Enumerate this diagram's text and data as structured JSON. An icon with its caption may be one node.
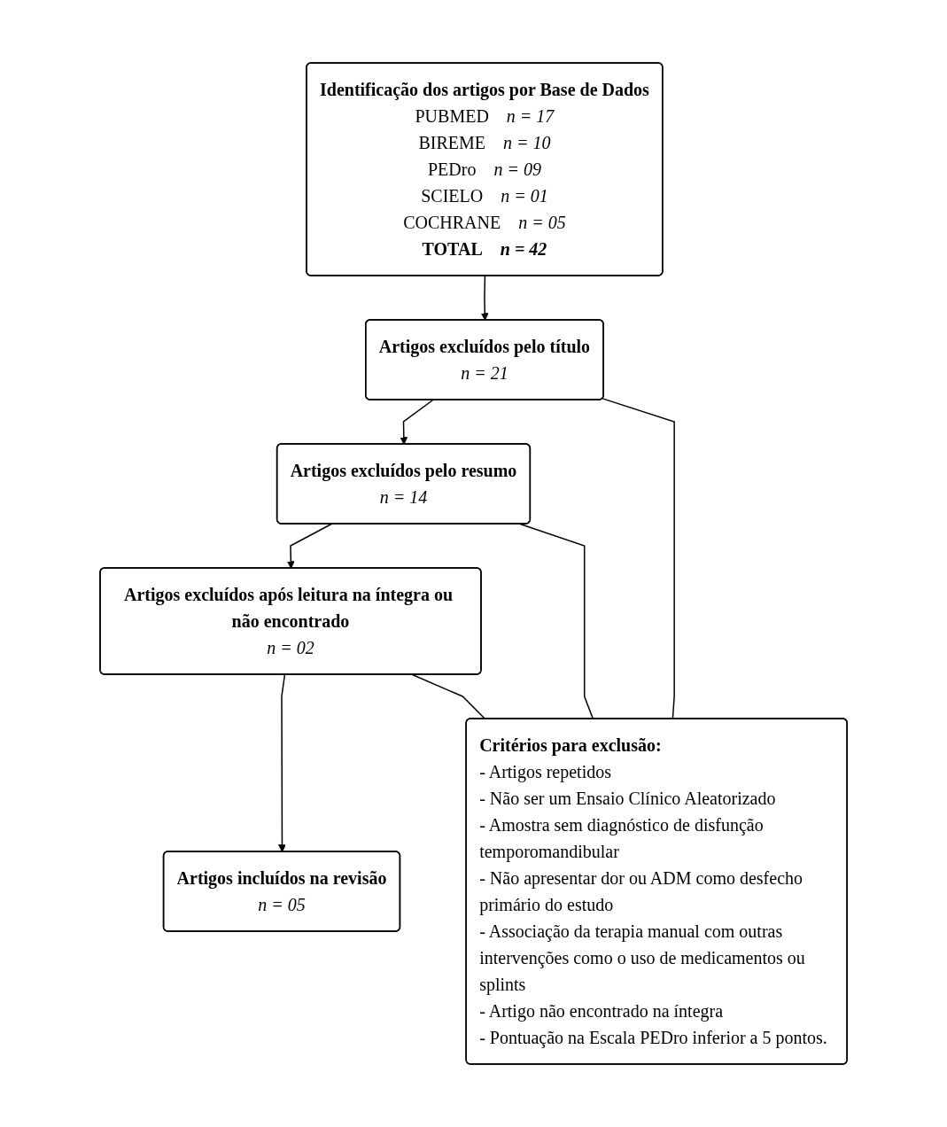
{
  "diagram": {
    "nodes": [
      {
        "text": [
          "Identificação dos artigos por Base de Dados",
          "PUBMED",
          "n = 17",
          "BIREME",
          "n = 10",
          "PEDro",
          "n = 09",
          "SCIELO",
          "n = 01",
          "COCHRANE",
          "n = 05",
          "TOTAL",
          "n = 42"
        ]
      },
      {
        "text": [
          "Artigos excluídos pelo título",
          "n = 21"
        ]
      },
      {
        "text": [
          "Artigos excluídos pelo resumo",
          "n = 14"
        ]
      },
      {
        "text": [
          "Artigos excluídos após leitura na íntegra ou não encontrado",
          "n = 02"
        ]
      },
      {
        "text": [
          "Artigos incluídos na revisão",
          "n = 05"
        ]
      },
      {
        "text": [
          "Critérios para exclusão:",
          "- Artigos repetidos",
          "- Não ser um Ensaio Clínico Aleatorizado",
          "- Amostra sem diagnóstico de disfunção temporomandibular",
          "- Não apresentar dor ou ADM como desfecho primário do estudo",
          "- Associação da terapia manual com outras intervenções como o uso de medicamentos ou splints",
          "- Artigo não encontrado na íntegra",
          "- Pontuação na Escala PEDro inferior a 5 pontos."
        ]
      }
    ],
    "edges": [
      {
        "from": 0,
        "to": 1,
        "arrow": "to"
      },
      {
        "from": 1,
        "to": 2,
        "arrow": "to"
      },
      {
        "from": 2,
        "to": 3,
        "arrow": "to"
      },
      {
        "from": 3,
        "to": 4,
        "arrow": "to"
      },
      {
        "from": 1,
        "to": 5,
        "arrow": "none"
      },
      {
        "from": 2,
        "to": 5,
        "arrow": "none"
      },
      {
        "from": 3,
        "to": 5,
        "arrow": "none"
      }
    ]
  }
}
